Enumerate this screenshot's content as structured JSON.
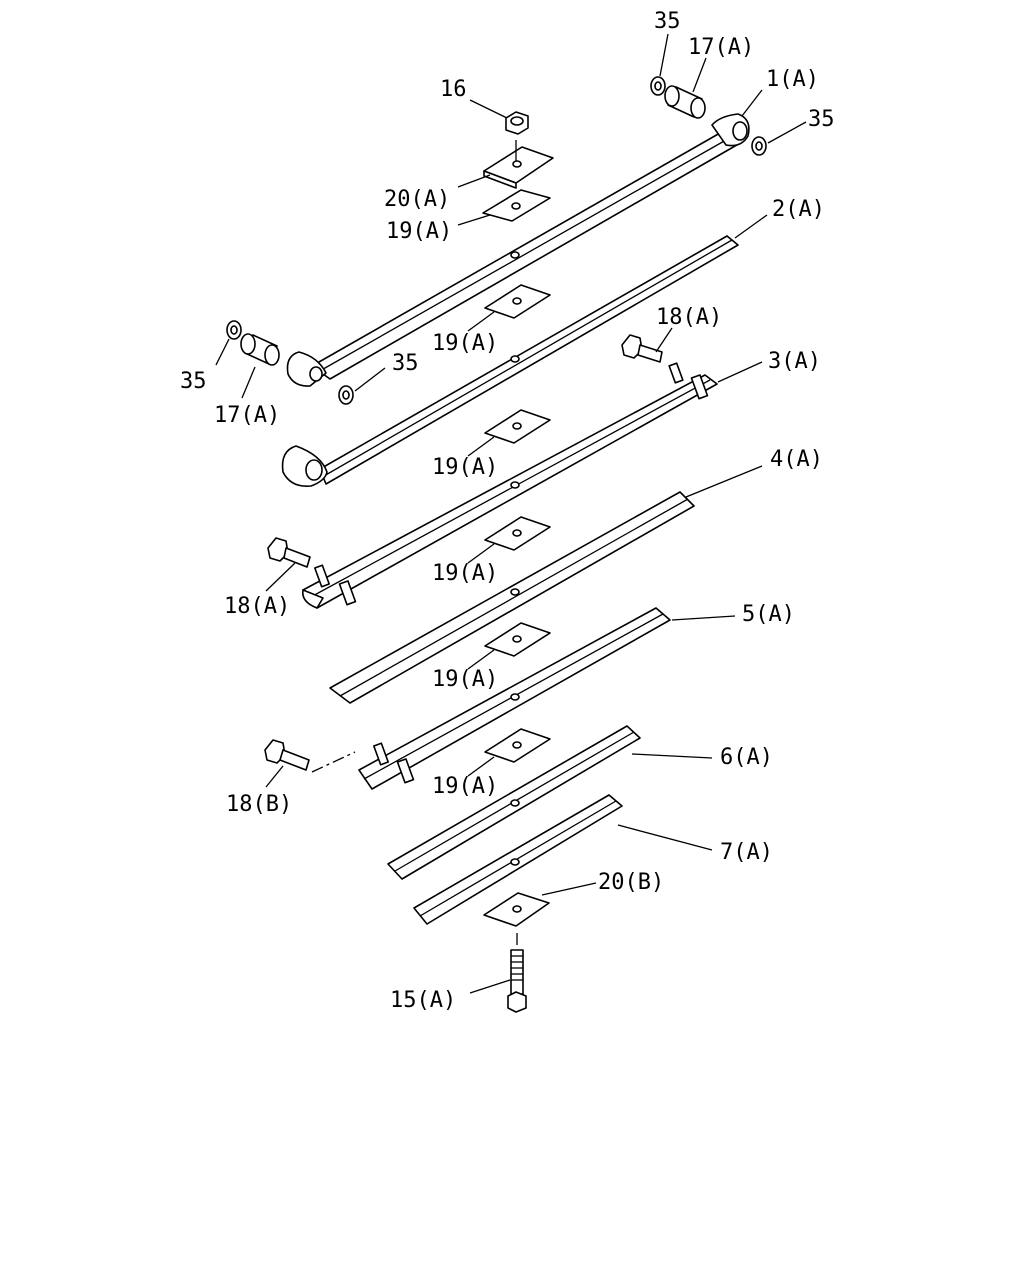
{
  "labels": {
    "part_35": "35",
    "part_17a": "17(A)",
    "part_1a": "1(A)",
    "part_16": "16",
    "part_20a": "20(A)",
    "part_19a": "19(A)",
    "part_2a": "2(A)",
    "part_18a": "18(A)",
    "part_3a": "3(A)",
    "part_4a": "4(A)",
    "part_5a": "5(A)",
    "part_6a": "6(A)",
    "part_7a": "7(A)",
    "part_18b": "18(B)",
    "part_20b": "20(B)",
    "part_15a": "15(A)"
  }
}
